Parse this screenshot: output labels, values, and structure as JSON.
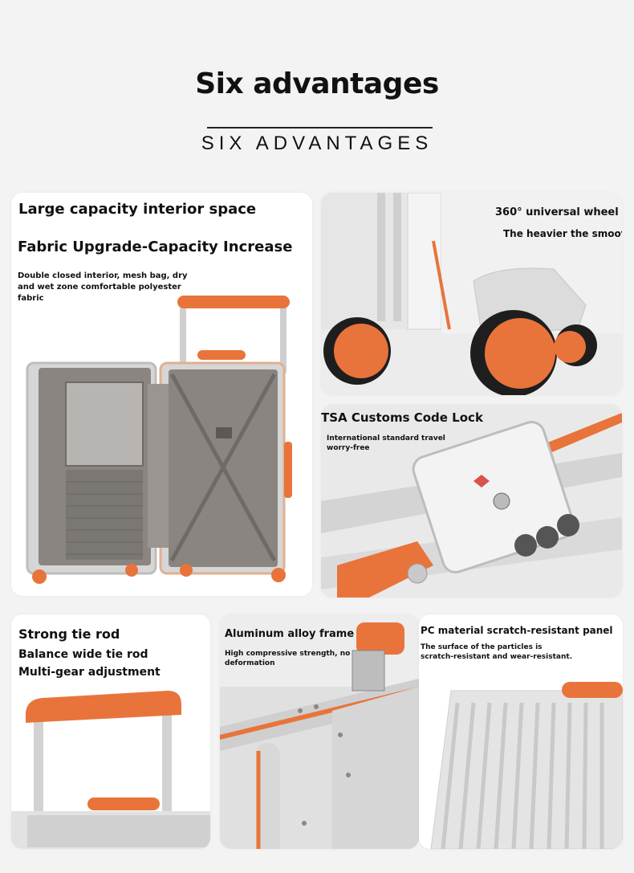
{
  "header": {
    "title": "Six advantages",
    "subtitle": "SIX ADVANTAGES"
  },
  "cards": {
    "interior": {
      "heading": "Large capacity interior space",
      "subheading": "Fabric Upgrade-Capacity Increase",
      "description_line1": "Double closed interior, mesh bag, dry",
      "description_line2": "and wet zone comfortable polyester",
      "description_line3": "fabric"
    },
    "wheel": {
      "heading": "360°  universal wheel",
      "subheading": "The heavier the smooth"
    },
    "lock": {
      "heading": "TSA Customs Code Lock",
      "description_line1": "International standard travel",
      "description_line2": "worry-free"
    },
    "rod": {
      "heading": "Strong tie rod",
      "line2": "Balance wide tie rod",
      "line3": "Multi-gear adjustment"
    },
    "frame": {
      "heading": "Aluminum alloy frame",
      "description_line1": "High compressive strength, no",
      "description_line2": "deformation"
    },
    "panel": {
      "heading": "PC material scratch-resistant panel",
      "description_line1": "The surface of the particles is",
      "description_line2": "scratch-resistant and wear-resistant."
    }
  },
  "colors": {
    "accent_orange": "#e8743b",
    "shell_silver": "#d9d9d9",
    "lining_gray": "#8a8580"
  }
}
